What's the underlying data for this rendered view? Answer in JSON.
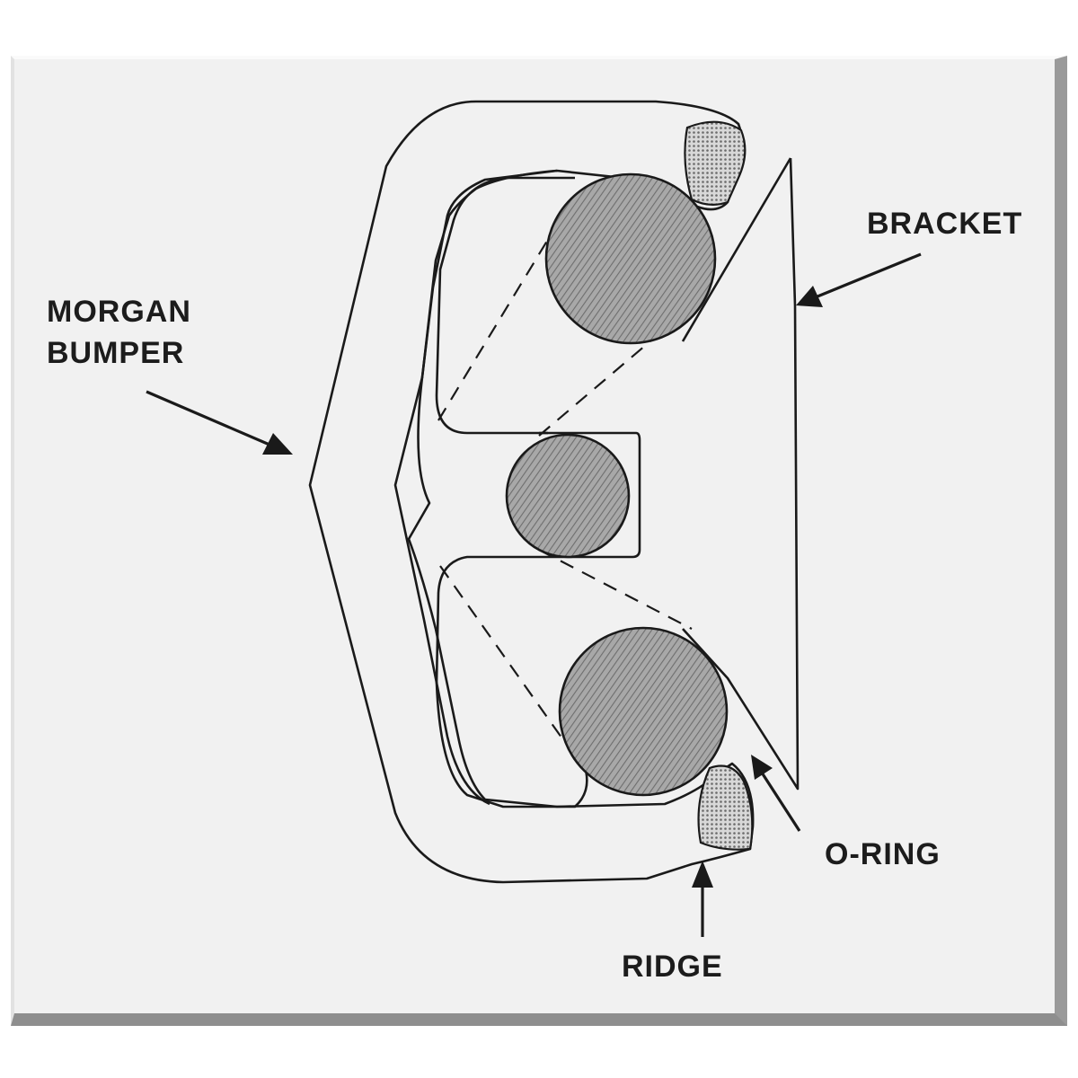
{
  "labels": {
    "bracket": "BRACKET",
    "morgan_line1": "MORGAN",
    "morgan_line2": "BUMPER",
    "oring": "O-RING",
    "ridge": "RIDGE"
  },
  "colors": {
    "background": "#f1f1f1",
    "line": "#1a1a1a",
    "hatch_fill": "#8f8f8f"
  }
}
